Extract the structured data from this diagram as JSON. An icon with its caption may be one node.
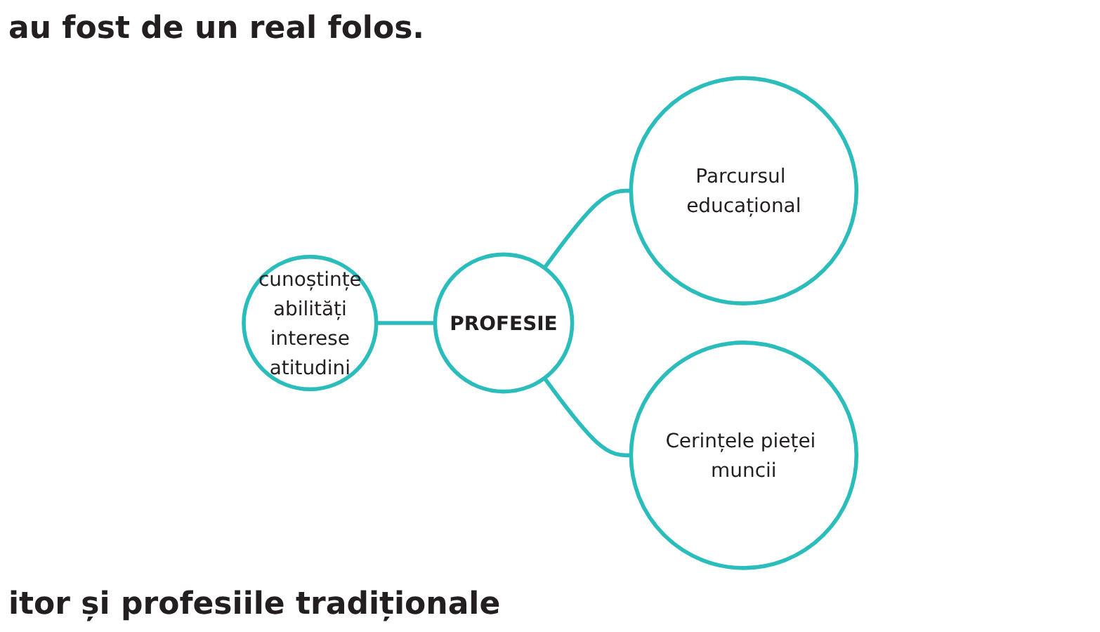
{
  "diagram": {
    "nodes": [
      {
        "text": [
          "cunoștințe",
          "abilități",
          "interese",
          "atitudini"
        ]
      },
      {
        "text": [
          "PROFESIE"
        ]
      },
      {
        "text": [
          "Parcursul educațional"
        ]
      },
      {
        "text": [
          "Cerințele pieței muncii"
        ]
      }
    ],
    "edges": [
      {
        "from": 0,
        "to": 1,
        "arrow": "none"
      },
      {
        "from": 1,
        "to": 2,
        "arrow": "none"
      },
      {
        "from": 1,
        "to": 3,
        "arrow": "none"
      }
    ],
    "labels": [
      "au fost de un real folos.",
      "itor și profesiile tradiționale"
    ]
  }
}
